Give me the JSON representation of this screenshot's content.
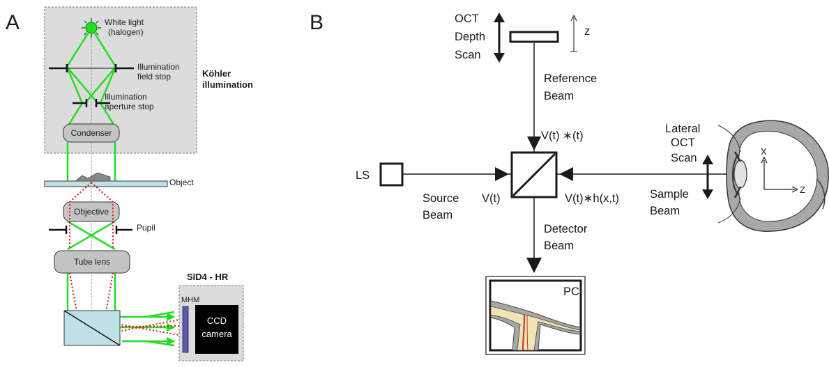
{
  "panel_a": {
    "label": "A",
    "white_light": [
      "White light",
      "(halogen)"
    ],
    "field_stop": [
      "Illumination",
      "field stop"
    ],
    "aperture_stop": [
      "Illumination",
      "aperture stop"
    ],
    "kohler": [
      "Köhler",
      "illumination"
    ],
    "condenser": "Condenser",
    "object": "Object",
    "objective": "Objective",
    "pupil": "Pupil",
    "tube_lens": "Tube lens",
    "sid4": "SID4 - HR",
    "mhm": "MHM",
    "ccd": [
      "CCD",
      "camera"
    ]
  },
  "panel_b": {
    "label": "B",
    "oct_depth_scan": [
      "OCT",
      "Depth",
      "Scan"
    ],
    "z_axis": "z",
    "reference_beam": [
      "Reference",
      "Beam"
    ],
    "ref_signal": "V(t) ∗(t)",
    "ls": "LS",
    "source_beam": [
      "Source",
      "Beam"
    ],
    "source_signal": "V(t)",
    "sample_signal": "V(t)∗h(x,t)",
    "lateral_oct_scan": [
      "Lateral",
      "OCT",
      "Scan"
    ],
    "sample_beam": [
      "Sample",
      "Beam"
    ],
    "detector_beam": [
      "Detector",
      "Beam"
    ],
    "pc": "PC",
    "eye_x": "X",
    "eye_z": "Z"
  },
  "colors": {
    "beam_green": "#22dd22",
    "beam_red": "#dd1111",
    "enclosure_gray": "#dcdcdc",
    "component_gray": "#c4c4c4",
    "prism_blue": "#bfe0e6",
    "eye_gray": "#a8a8a8",
    "mhm_blue": "#5a5ab4"
  }
}
